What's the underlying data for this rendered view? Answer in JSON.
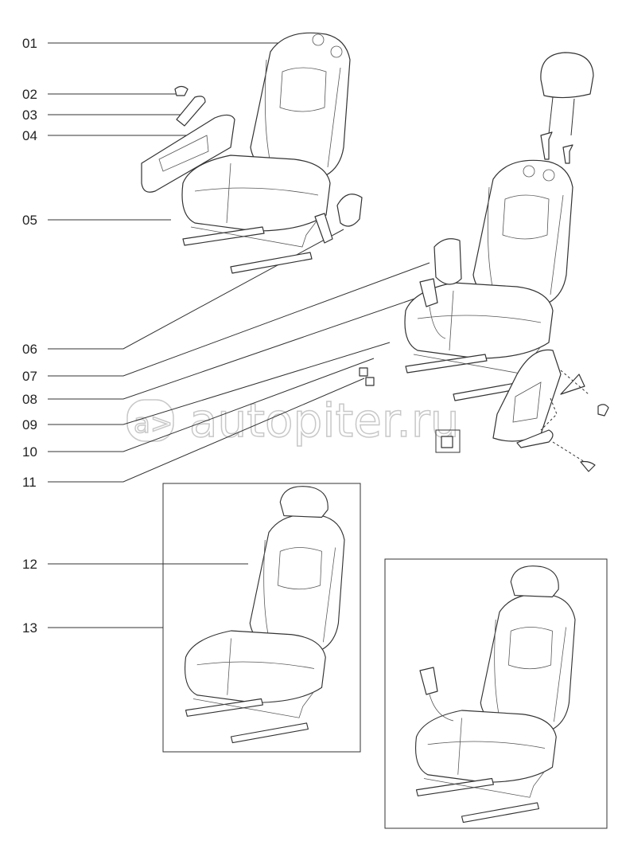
{
  "diagram": {
    "callouts": [
      {
        "id": "01"
      },
      {
        "id": "02"
      },
      {
        "id": "03"
      },
      {
        "id": "04"
      },
      {
        "id": "05"
      },
      {
        "id": "06"
      },
      {
        "id": "07"
      },
      {
        "id": "08"
      },
      {
        "id": "09"
      },
      {
        "id": "10"
      },
      {
        "id": "11"
      },
      {
        "id": "12"
      },
      {
        "id": "13"
      }
    ],
    "watermark": "autopiter.ru"
  }
}
